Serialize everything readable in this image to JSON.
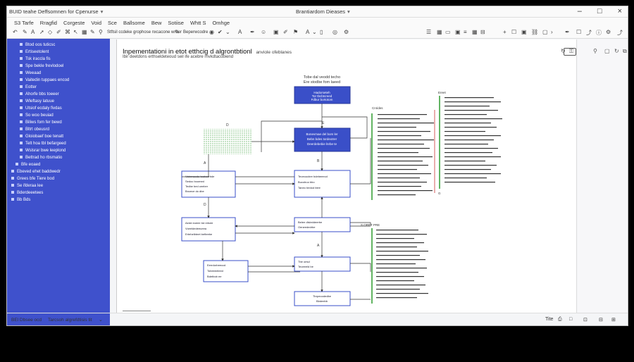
{
  "titlebar": {
    "app_title": "BUID teahe Deffsomnen for Cpenurse",
    "doc_title": "Brantiardom Dieases",
    "minimize": "–",
    "maximize": "□",
    "close": "×"
  },
  "menu": [
    "S3 Tarfe",
    "Rragfid",
    "Corgeste",
    "Void",
    "Sce",
    "Ballsome",
    "Bew",
    "Sotiise",
    "Whtt S",
    "Omhge"
  ],
  "toolbar": {
    "hint1": "Stftsil ccdeke grophose nxcacone wrder",
    "hint2": "Beperwcodre"
  },
  "sidebar": {
    "items": [
      "Btod oos tuticsc",
      "Ertiseetolent",
      "Tsk iraccla fis",
      "Spe bekle frevlodoel",
      "Weeaad",
      "Vaitedin tuppaes encod",
      "Eotter",
      "Ahorfe bbs toeeer",
      "Wleftasy latuue",
      "Utsiof ecdaly fivdas",
      "So woo beuiad",
      "Biliws fom fer bewd",
      "Bltrt obeusrd",
      "Gloiobaef boe tenatt",
      "Telt hoa tbl befargeed",
      "Wslsrar bwe leeplond",
      "Bettrad ho rbsmatio",
      "Bfe eoaed",
      "Ebeved ehet baddwedr",
      "Grees bfe Tiere bod",
      "Se ifderaa lee",
      "Bderdeeetees",
      "Bb Bds"
    ]
  },
  "canvas": {
    "title": "Inpementationi in etot etthcig d algrontbtionl",
    "title_suffix": "anviole ofeblanes",
    "subtitle": "Ibir deetdons erthseldeteoud seil ife acebre rhvkdtacobiend"
  },
  "diagram": {
    "top_caption": "Tobe dal veodd techo",
    "top_caption2": "Ere stodbe fom laeed",
    "node1": [
      "Hadorseteh",
      "Tor tbcbtcreed",
      "Fdbur bortotom"
    ],
    "node2": [
      "Bonevmae del bom ler",
      "Bebn bdes tordeotrer",
      "Deerdebebie lnrbe te"
    ],
    "node_left1": [
      "Vebrmcodo tecboerbde",
      "Sedoc boomed",
      "Tedbe bed ceeber",
      "Bncece do dbe"
    ],
    "node_mid1": [
      "Teoeoocbre bdebeeecd",
      "Bucobuo bbo",
      "Taneo bedod blee"
    ],
    "node_left2": [
      "Aedd eoeee bd rebole",
      "Voeeldedeeueea",
      "Ertehelbteet befteebe"
    ],
    "node_mid2": [
      "Belee dlsbnldeerbe",
      "Oeneededrbe"
    ],
    "node_left3": [
      "Eerrdorbeeccd",
      "Tobeeeeleed",
      "Bdetbob ee"
    ],
    "node_mid3": [
      "Tbe oesd",
      "Teoeeeld be"
    ],
    "node_bottom": [
      "Tbrpeoodedbe",
      "Bbdeebb"
    ],
    "label_d": "D",
    "label_a": "A",
    "label_b": "B",
    "label_e": "E",
    "label_dr": "D",
    "code_header1": "Cnrides",
    "code_header2": "Ereet",
    "code_header3": "G",
    "code_header4": "S ORET PRE"
  },
  "status": {
    "left": "BEl Dbsee ocd",
    "mid": "Tarcsoh algrefdtisis tit",
    "dropdown": "⌄",
    "right1": "Tite",
    "right2": "⎙",
    "right3": "□",
    "right4": "⊡",
    "right5": "⊟",
    "right6": "⊞"
  }
}
